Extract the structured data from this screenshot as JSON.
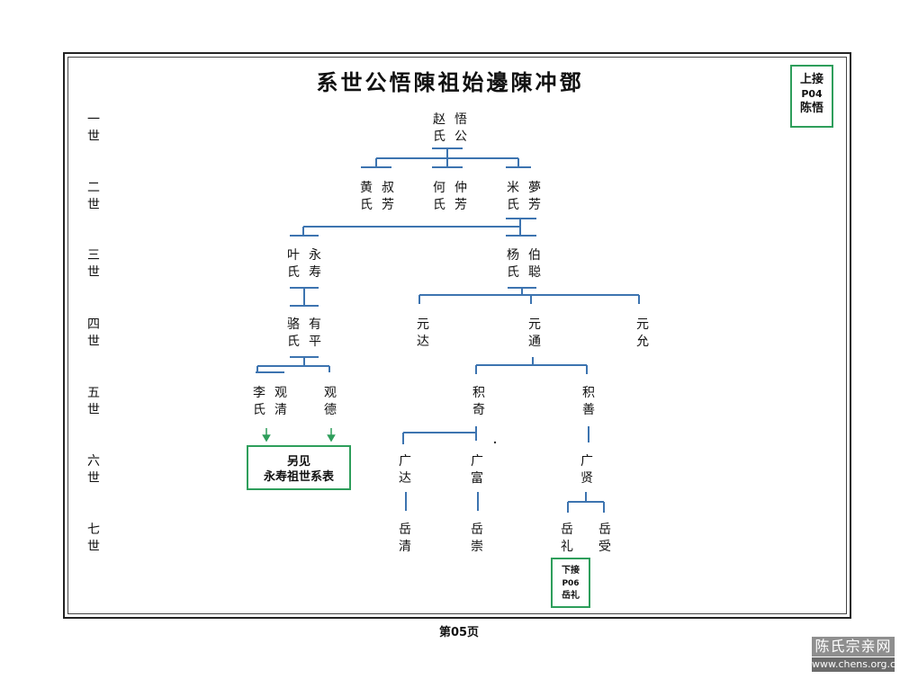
{
  "title": "系世公悟陳祖始邊陳冲鄧",
  "generations": [
    {
      "num": "一",
      "suffix": "世"
    },
    {
      "num": "二",
      "suffix": "世"
    },
    {
      "num": "三",
      "suffix": "世"
    },
    {
      "num": "四",
      "suffix": "世"
    },
    {
      "num": "五",
      "suffix": "世"
    },
    {
      "num": "六",
      "suffix": "世"
    },
    {
      "num": "七",
      "suffix": "世"
    }
  ],
  "people": {
    "g1_wu": {
      "spouse": "赵氏",
      "name": "悟公"
    },
    "g2_shu": {
      "spouse": "黄氏",
      "name": "叔芳"
    },
    "g2_zhong": {
      "spouse": "何氏",
      "name": "仲芳"
    },
    "g2_meng": {
      "spouse": "米氏",
      "name": "夢芳"
    },
    "g3_yongshou": {
      "spouse": "叶氏",
      "name": "永寿"
    },
    "g3_bocong": {
      "spouse": "杨氏",
      "name": "伯聪"
    },
    "g4_youping": {
      "spouse": "骆氏",
      "name": "有平"
    },
    "g4_yuanda": {
      "name": "元达"
    },
    "g4_yuantong": {
      "name": "元通"
    },
    "g4_yuanyun": {
      "name": "元允"
    },
    "g5_guanqing": {
      "spouse": "李氏",
      "name": "观清"
    },
    "g5_guande": {
      "name": "观德"
    },
    "g5_jiqi": {
      "name": "积奇"
    },
    "g5_jishan": {
      "name": "积善"
    },
    "g6_guangda": {
      "name": "广达"
    },
    "g6_guangfu": {
      "name": "广富"
    },
    "g6_guangxian": {
      "name": "广贤"
    },
    "g7_yueqing": {
      "name": "岳清"
    },
    "g7_yuechong": {
      "name": "岳崇"
    },
    "g7_yueli": {
      "name": "岳礼"
    },
    "g7_yueshou": {
      "name": "岳受"
    }
  },
  "ref_top": {
    "line1": "上接",
    "line2": "P04",
    "line3": "陈悟"
  },
  "ref_see": {
    "line1": "另见",
    "line2": "永寿祖世系表"
  },
  "ref_bottom": {
    "line1": "下接",
    "line2": "P06",
    "line3": "岳礼"
  },
  "footer": "第05页",
  "watermark": {
    "line1": "陈氏宗亲网",
    "line2": "www.chens.org.cn"
  },
  "colors": {
    "line": "#3d74b0",
    "box": "#2e9e5b",
    "arrow": "#2e9e5b"
  }
}
